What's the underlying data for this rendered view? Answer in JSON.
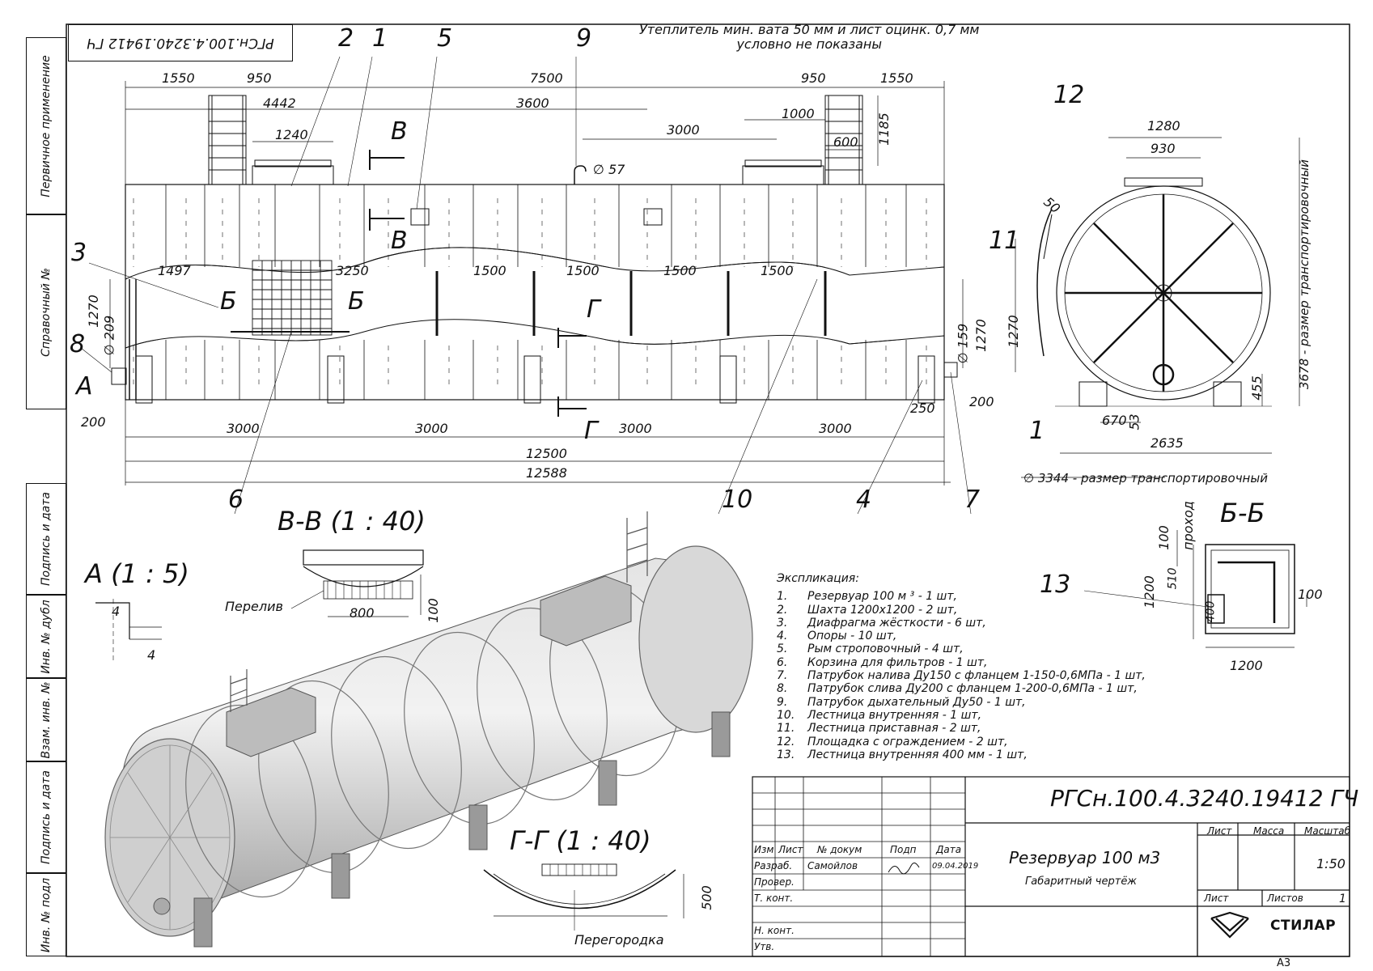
{
  "note_insulation": [
    "Утеплитель мин. вата 50 мм и лист оцинк. 0,7 мм",
    "условно не показаны"
  ],
  "side_labels": [
    "Первичное применение",
    "Справочный №",
    "Подпись и дата",
    "Инв. № дубл",
    "Взам. инв. №",
    "Подпись и дата",
    "Инв. № подл"
  ],
  "stamp_code_rotated": "РГСн.100.4.3240.19412 ГЧ",
  "view_titles": {
    "view_vv": "В-В  (1 : 40)",
    "view_a": "А  (1 : 5)",
    "view_gg": "Г-Г  (1 : 40)",
    "view_bb": "Б-Б"
  },
  "callouts": [
    "2",
    "1",
    "5",
    "9",
    "12",
    "3",
    "8",
    "11",
    "1",
    "6",
    "10",
    "4",
    "7",
    "13"
  ],
  "section_marks": [
    "В",
    "В",
    "Б",
    "Б",
    "Г",
    "Г",
    "А"
  ],
  "dimensions_main": {
    "top_row1": [
      "1550",
      "950",
      "7500",
      "950",
      "1550"
    ],
    "top_row2": [
      "4442",
      "3600",
      "1000"
    ],
    "top_row3": [
      "1240",
      "3000",
      "1185",
      "600"
    ],
    "pipe": "∅ 57",
    "mid_row": [
      "1497",
      "3250",
      "1500",
      "1500",
      "1500",
      "1500"
    ],
    "left": [
      "1270",
      "∅ 209",
      "200"
    ],
    "right": [
      "∅ 159",
      "1270",
      "250",
      "200"
    ],
    "bottom_row1": [
      "3000",
      "3000",
      "3000",
      "3000"
    ],
    "bottom_row2": [
      "12500",
      "12588"
    ]
  },
  "dimensions_end": {
    "top": [
      "1280",
      "930"
    ],
    "side_50": "50",
    "left": "1270",
    "right_vertical": "3678 - размер транспортировочный",
    "right_455": "455",
    "bottom": [
      "670",
      "53",
      "2635"
    ],
    "diameter": "∅ 3344 - размер транспортировочный"
  },
  "dimensions_details": {
    "a_view": [
      "4",
      "4"
    ],
    "vv_view": [
      "800",
      "100"
    ],
    "gg_view": [
      "500"
    ],
    "bb_view": [
      "100",
      "проход",
      "510",
      "1200",
      "400",
      "100",
      "1200"
    ]
  },
  "labels": {
    "overflow": "Перелив",
    "partition": "Перегородка"
  },
  "explication": {
    "title": "Экспликация:",
    "items": [
      {
        "n": "1.",
        "text": "Резервуар 100 м ³ - 1 шт,"
      },
      {
        "n": "2.",
        "text": "Шахта 1200х1200 - 2 шт,"
      },
      {
        "n": "3.",
        "text": "Диафрагма жёсткости - 6 шт,"
      },
      {
        "n": "4.",
        "text": "Опоры - 10 шт,"
      },
      {
        "n": "5.",
        "text": "Рым строповочный - 4 шт,"
      },
      {
        "n": "6.",
        "text": "Корзина для фильтров - 1 шт,"
      },
      {
        "n": "7.",
        "text": "Патрубок налива Ду150 с фланцем 1-150-0,6МПа  - 1 шт,"
      },
      {
        "n": "8.",
        "text": "Патрубок слива Ду200 с фланцем 1-200-0,6МПа - 1 шт,"
      },
      {
        "n": "9.",
        "text": "Патрубок дыхательный Ду50 - 1 шт,"
      },
      {
        "n": "10.",
        "text": "Лестница внутренняя - 1 шт,"
      },
      {
        "n": "11.",
        "text": "Лестница приставная - 2 шт,"
      },
      {
        "n": "12.",
        "text": "Площадка с ограждением - 2 шт,"
      },
      {
        "n": "13.",
        "text": "Лестница внутренняя 400 мм - 1 шт,"
      }
    ]
  },
  "title_block": {
    "code": "РГСн.100.4.3240.19412 ГЧ",
    "headers": [
      "Изм",
      "Лист",
      "№ докум",
      "Подп",
      "Дата"
    ],
    "roles": [
      "Разраб.",
      "Провер.",
      "Т. конт.",
      "Н. конт.",
      "Утв."
    ],
    "developer": "Самойлов",
    "date": "09.04.2019",
    "name": "Резервуар 100 м3",
    "doc_type": "Габаритный чертёж",
    "col_list": "Лист",
    "col_mass": "Масса",
    "col_scale": "Масштаб",
    "scale": "1:50",
    "sheet_label": "Лист",
    "sheets_label": "Листов",
    "sheets": "1",
    "company": "СТИЛАР",
    "format": "А3"
  }
}
